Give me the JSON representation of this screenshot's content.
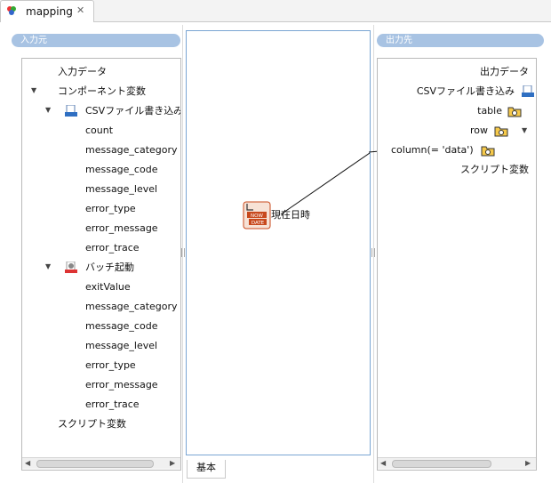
{
  "tab": {
    "title": "mapping",
    "close": "✕"
  },
  "input_header": "入力元",
  "output_header": "出力先",
  "input_tree": {
    "root": "入力データ",
    "component_vars": "コンポーネント変数",
    "csv_node": "CSVファイル書き込み",
    "csv_fields": [
      "count",
      "message_category",
      "message_code",
      "message_level",
      "error_type",
      "error_message",
      "error_trace"
    ],
    "batch_node": "バッチ起動",
    "batch_fields": [
      "exitValue",
      "message_category",
      "message_code",
      "message_level",
      "error_type",
      "error_message",
      "error_trace"
    ],
    "script_vars": "スクリプト変数"
  },
  "output_tree": {
    "root": "出力データ",
    "csv_node": "CSVファイル書き込み",
    "table": "table",
    "row": "row",
    "column": "column(= 'data')",
    "script_vars": "スクリプト変数"
  },
  "center_node": {
    "label": "現在日時",
    "icon_text_top": "NOW",
    "icon_text_bottom": "DATE"
  },
  "bottom_tab": "基本",
  "colors": {
    "header_bg": "#a8c3e3",
    "center_border": "#7aa5d3",
    "icon_red": "#c8491d"
  }
}
